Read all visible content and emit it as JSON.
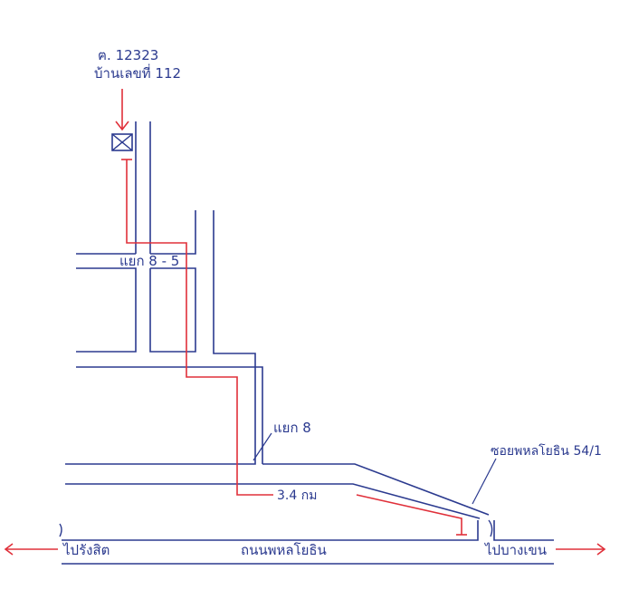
{
  "colors": {
    "road": "#2b3a8f",
    "route": "#e0303a",
    "background": "#ffffff"
  },
  "labels": {
    "deed": "ฅ. 12323",
    "house": "บ้านเลขที่ 112",
    "junction_8_5": "แยก 8 - 5",
    "junction_8": "แยก 8",
    "soi": "ซอยพหลโยธิน 54/1",
    "distance": "3.4 กม",
    "main_road": "ถนนพหลโยธิน",
    "to_left": "ไปรังสิต",
    "to_right": "ไปบางเขน"
  },
  "icons": {
    "house_marker": "crossed-box-icon",
    "left_arrow": "arrow-left-icon",
    "right_arrow": "arrow-right-icon"
  }
}
